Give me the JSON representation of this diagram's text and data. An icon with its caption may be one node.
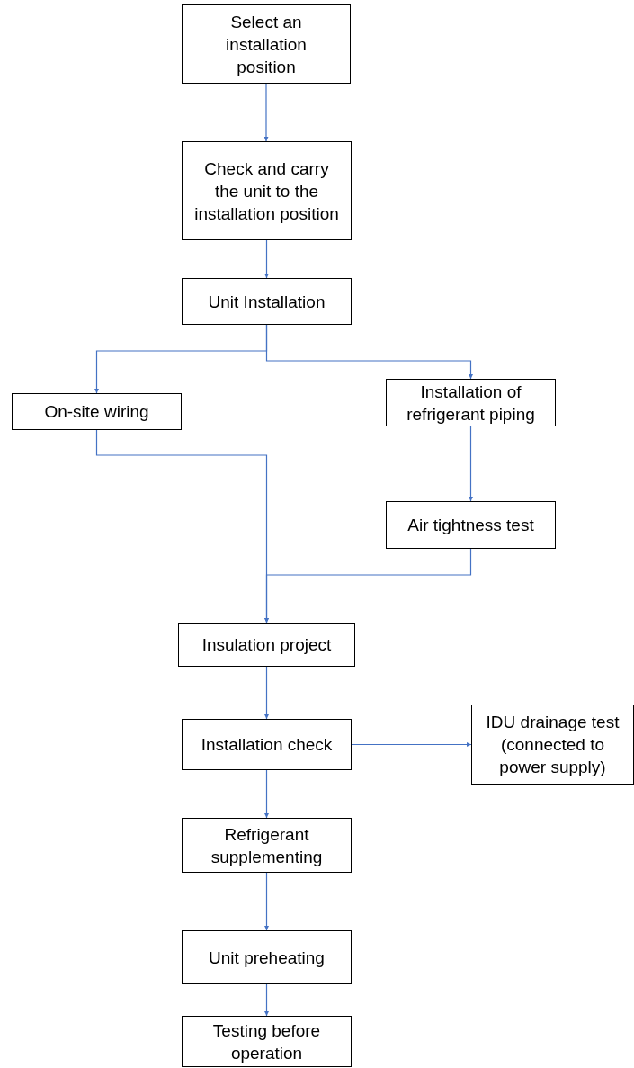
{
  "diagram": {
    "nodes": [
      {
        "text": [
          "Select an installation position"
        ]
      },
      {
        "text": [
          "Check and carry the unit to the installation position"
        ]
      },
      {
        "text": [
          "Unit Installation"
        ]
      },
      {
        "text": [
          "On-site wiring"
        ]
      },
      {
        "text": [
          "Installation of refrigerant piping"
        ]
      },
      {
        "text": [
          "Air tightness test"
        ]
      },
      {
        "text": [
          "Insulation project"
        ]
      },
      {
        "text": [
          "Installation check"
        ]
      },
      {
        "text": [
          "IDU drainage test (connected to power supply)"
        ]
      },
      {
        "text": [
          "Refrigerant supplementing"
        ]
      },
      {
        "text": [
          "Unit preheating"
        ]
      },
      {
        "text": [
          "Testing before operation"
        ]
      }
    ],
    "edges": [
      {
        "from": 0,
        "to": 1,
        "arrow": "to"
      },
      {
        "from": 1,
        "to": 2,
        "arrow": "to"
      },
      {
        "from": 2,
        "to": 3,
        "arrow": "to"
      },
      {
        "from": 2,
        "to": 4,
        "arrow": "to"
      },
      {
        "from": 3,
        "to": 6,
        "arrow": "to"
      },
      {
        "from": 4,
        "to": 5,
        "arrow": "to"
      },
      {
        "from": 5,
        "to": 6,
        "arrow": "to"
      },
      {
        "from": 6,
        "to": 7,
        "arrow": "to"
      },
      {
        "from": 7,
        "to": 8,
        "arrow": "to"
      },
      {
        "from": 7,
        "to": 9,
        "arrow": "to"
      },
      {
        "from": 9,
        "to": 10,
        "arrow": "to"
      },
      {
        "from": 10,
        "to": 11,
        "arrow": "to"
      }
    ]
  }
}
